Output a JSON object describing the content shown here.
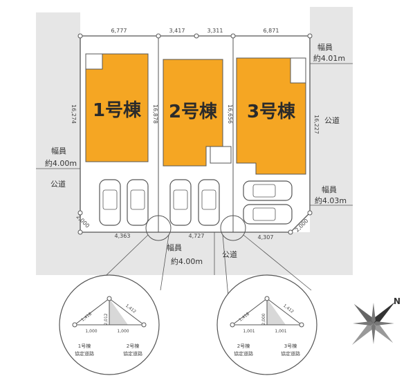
{
  "colors": {
    "building": "#f5a623",
    "road": "#e6e6e6",
    "lot_line": "#555555"
  },
  "buildings": [
    {
      "label": "1号棟"
    },
    {
      "label": "2号棟"
    },
    {
      "label": "3号棟"
    }
  ],
  "top_dimensions": [
    "6,777",
    "3,417",
    "3,311",
    "6,871"
  ],
  "depth_dimensions": [
    "16,274",
    "16,878",
    "16,656",
    "16,227"
  ],
  "bottom_dimensions": [
    "4,363",
    "4,727",
    "4,307"
  ],
  "corner_dimensions": {
    "left": "2,000",
    "right": "2,000"
  },
  "roads": {
    "top_right": {
      "width_label": "幅員",
      "width_value": "約4.01m",
      "name": "公道"
    },
    "left": {
      "width_label": "幅員",
      "width_value": "約4.00m",
      "name": "公道"
    },
    "right": {
      "width_label": "幅員",
      "width_value": "約4.03m"
    },
    "bottom": {
      "width_label": "幅員",
      "width_value": "約4.00m",
      "name": "公道"
    }
  },
  "details": [
    {
      "dims": [
        "1,418",
        "1,412",
        "2,012",
        "1,000",
        "1,000"
      ],
      "left_caption": [
        "1号棟",
        "協定道路"
      ],
      "right_caption": [
        "2号棟",
        "協定道路"
      ]
    },
    {
      "dims": [
        "1,418",
        "1,412",
        "2,000",
        "1,001",
        "1,001"
      ],
      "left_caption": [
        "2号棟",
        "協定道路"
      ],
      "right_caption": [
        "3号棟",
        "協定道路"
      ]
    }
  ],
  "compass": {
    "label": "N"
  }
}
